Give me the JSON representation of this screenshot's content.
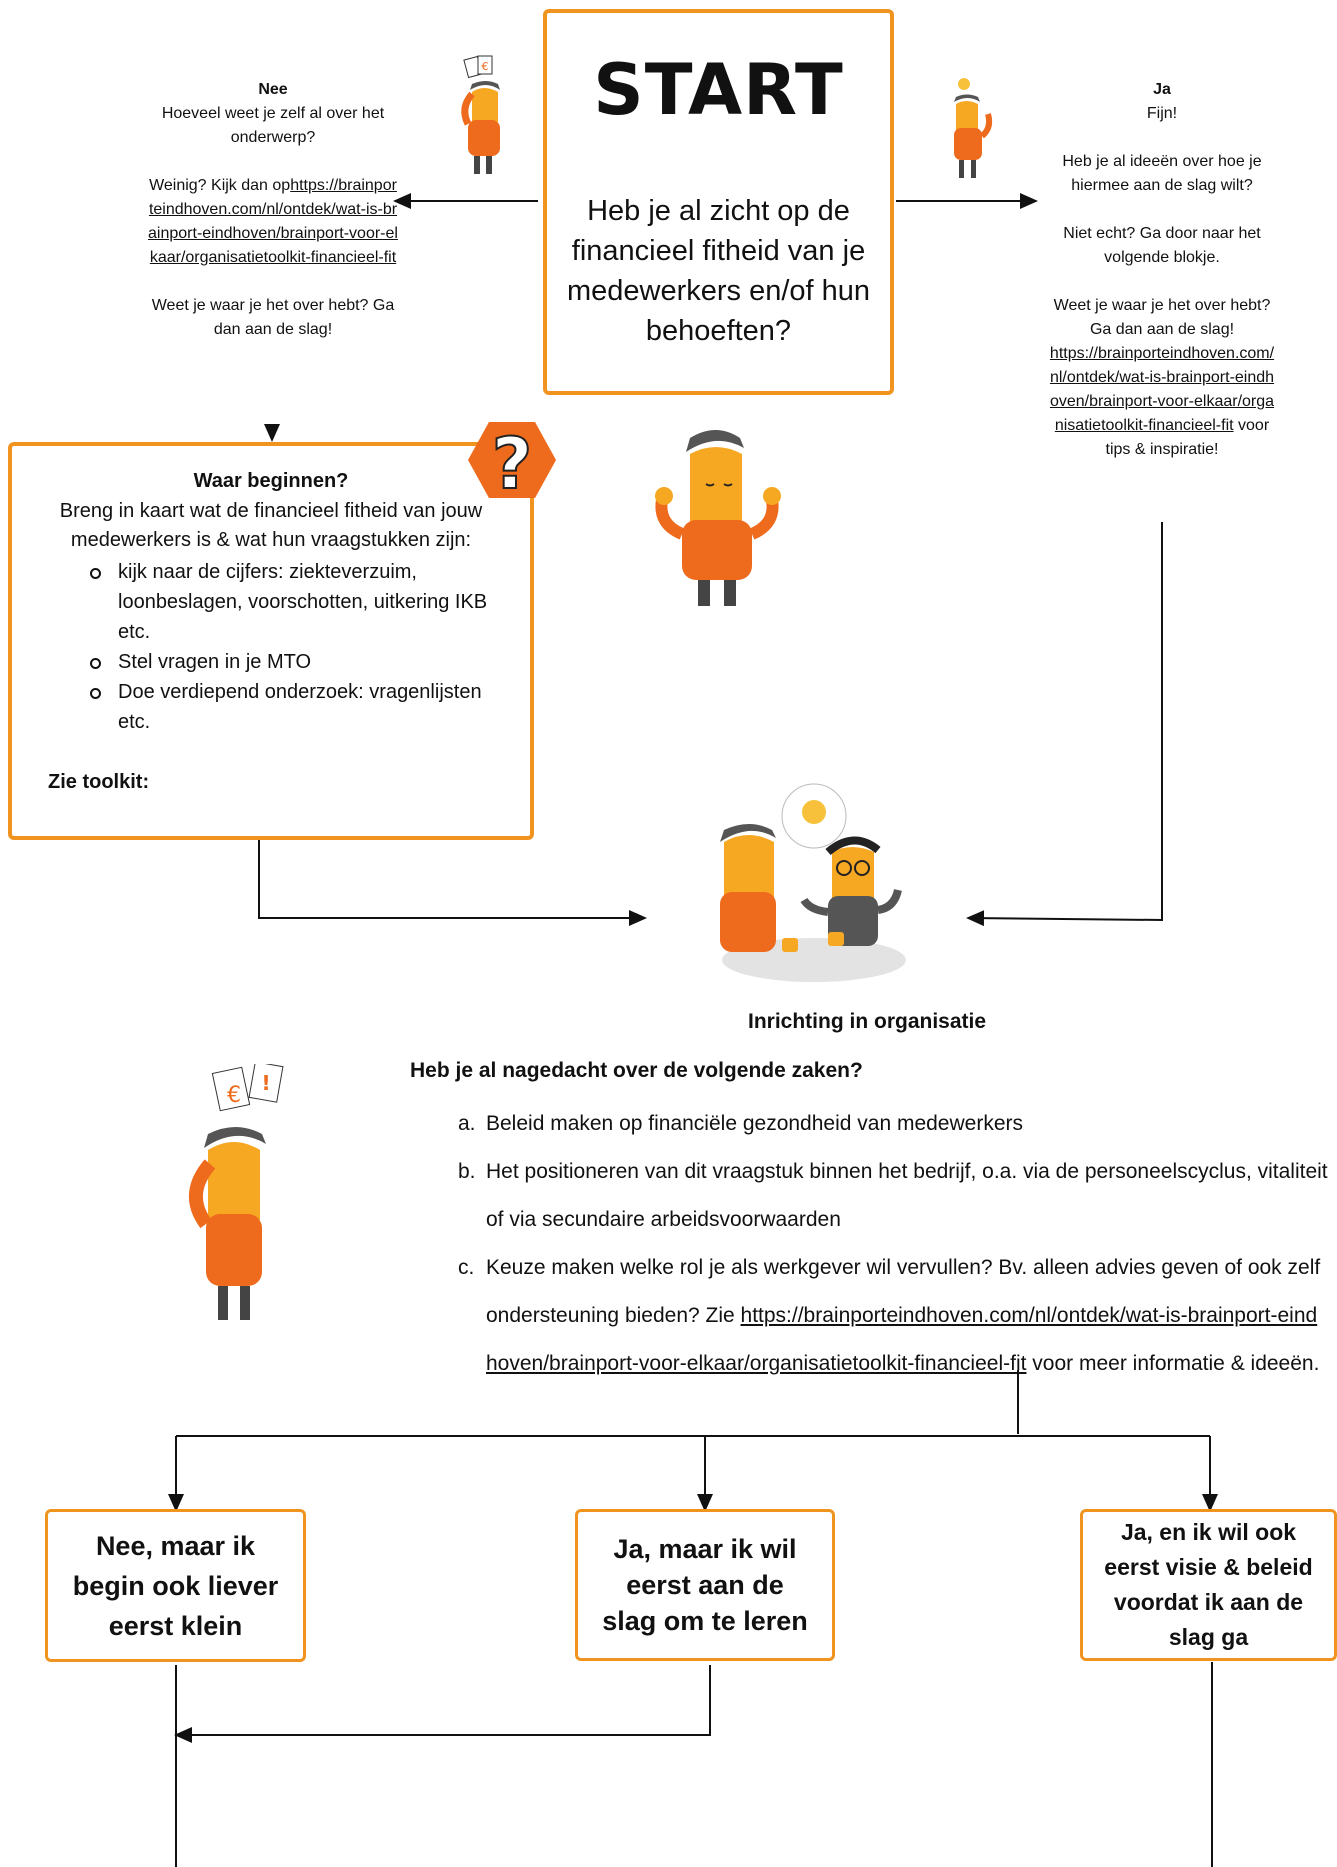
{
  "start": {
    "title": "START",
    "question": "Heb je al zicht op de financieel fitheid van je medewerkers en/of hun behoeften?"
  },
  "left_branch": {
    "heading": "Nee",
    "line1": "Hoeveel weet je zelf al over het onderwerp?",
    "line2_prefix": "Weinig? Kijk dan op",
    "link": "https://brainporteindhoven.com/nl/ontdek/wat-is-brainport-eindhoven/brainport-voor-elkaar/organisatietoolkit-financieel-fit",
    "line3": "Weet je waar je het over hebt? Ga dan aan de slag!"
  },
  "right_branch": {
    "heading": "Ja",
    "line1": "Fijn!",
    "line2": "Heb je al ideeën over hoe je hiermee aan de slag wilt?",
    "line3": "Niet echt? Ga door naar het volgende blokje.",
    "line4": "Weet je waar je het over hebt? Ga dan aan de slag!",
    "link": "https://brainporteindhoven.com/nl/ontdek/wat-is-brainport-eindhoven/brainport-voor-elkaar/organisatietoolkit-financieel-fit",
    "link_suffix": " voor tips & inspiratie!"
  },
  "waar_box": {
    "badge": "?",
    "title": "Waar beginnen?",
    "intro": "Breng in kaart wat de financieel fitheid van jouw medewerkers is & wat hun vraagstukken zijn:",
    "bullets": [
      "kijk naar de cijfers: ziekteverzuim, loonbeslagen, voorschotten, uitkering IKB etc.",
      "Stel vragen in je MTO",
      "Doe verdiepend onderzoek: vragenlijsten etc."
    ],
    "toolkit_label": "Zie toolkit:"
  },
  "inrichting": {
    "title": "Inrichting in organisatie",
    "question": "Heb je al nagedacht over de volgende zaken?",
    "items": [
      {
        "marker": "a.",
        "text": "Beleid maken op financiële gezondheid van medewerkers"
      },
      {
        "marker": "b.",
        "text": "Het positioneren van dit vraagstuk binnen het bedrijf, o.a. via de personeelscyclus, vitaliteit of via secundaire arbeidsvoorwaarden"
      },
      {
        "marker": "c.",
        "text_before": "Keuze maken welke rol je als werkgever wil vervullen? Bv. alleen advies geven of ook zelf ondersteuning bieden? Zie ",
        "link": "https://brainporteindhoven.com/nl/ontdek/wat-is-brainport-eindhoven/brainport-voor-elkaar/organisatietoolkit-financieel-fit",
        "text_after": " voor meer informatie & ideeën."
      }
    ]
  },
  "options": [
    "Nee, maar ik begin ook liever eerst klein",
    "Ja, maar ik wil eerst aan de slag om te leren",
    "Ja, en ik wil ook eerst visie & beleid voordat ik aan de slag ga"
  ],
  "colors": {
    "accent_orange": "#f0941f",
    "character_orange": "#ee6a1c",
    "skin": "#f7a823",
    "hair": "#555555"
  }
}
